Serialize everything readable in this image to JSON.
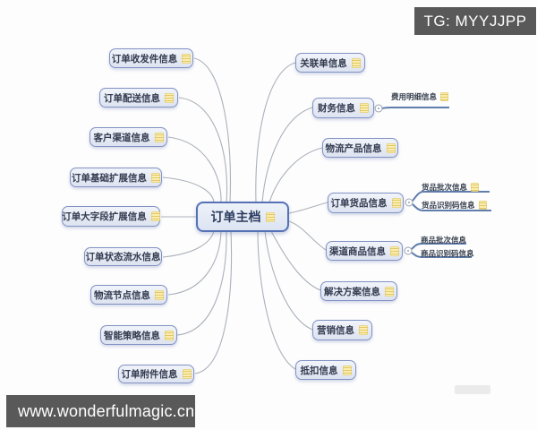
{
  "overlays": {
    "tg_badge": "TG: MYYJJPP",
    "footer": "www.wonderfulmagic.cn"
  },
  "mindmap": {
    "root": {
      "label": "订单主档"
    },
    "left": [
      {
        "label": "订单收发件信息"
      },
      {
        "label": "订单配送信息"
      },
      {
        "label": "客户渠道信息"
      },
      {
        "label": "订单基础扩展信息"
      },
      {
        "label": "订单大字段扩展信息"
      },
      {
        "label": "订单状态流水信息"
      },
      {
        "label": "物流节点信息"
      },
      {
        "label": "智能策略信息"
      },
      {
        "label": "订单附件信息"
      }
    ],
    "right": [
      {
        "label": "关联单信息"
      },
      {
        "label": "财务信息",
        "children": [
          {
            "label": "费用明细信息"
          }
        ]
      },
      {
        "label": "物流产品信息"
      },
      {
        "label": "订单货品信息",
        "children": [
          {
            "label": "货品批次信息"
          },
          {
            "label": "货品识别码信息"
          }
        ]
      },
      {
        "label": "渠道商品信息",
        "children": [
          {
            "label": "商品批次信息"
          },
          {
            "label": "商品识别码信息"
          }
        ]
      },
      {
        "label": "解决方案信息"
      },
      {
        "label": "营销信息"
      },
      {
        "label": "抵扣信息"
      }
    ]
  },
  "colors": {
    "node_border": "#8292c2",
    "root_border": "#5671b5",
    "branch_line": "#5f7dad",
    "connector_line": "#abb1ba",
    "badge_background": "#595959",
    "icon_yellow": "#f0d97e"
  }
}
